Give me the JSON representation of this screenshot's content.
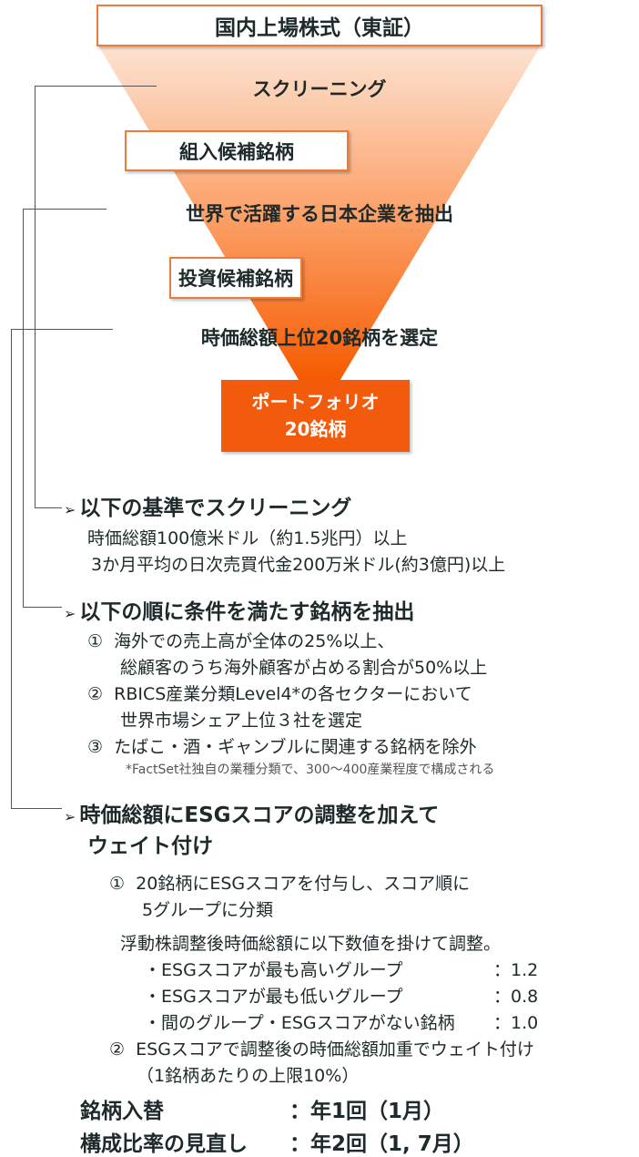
{
  "funnel": {
    "top": "国内上場株式（東証）",
    "step1": "スクリーニング",
    "box2": "組入候補銘柄",
    "step2": "世界で活躍する日本企業を抽出",
    "box3": "投資候補銘柄",
    "step3": "時価総額上位20銘柄を選定",
    "portfolio_line1": "ポートフォリオ",
    "portfolio_line2": "20銘柄"
  },
  "colors": {
    "funnel_top": "#fde3d2",
    "funnel_bottom": "#f55a00",
    "portfolio": "#f25a0c",
    "border": "#f07a3a"
  },
  "sections": {
    "s1": {
      "heading": "以下の基準でスクリーニング",
      "lines": [
        "時価総額100億米ドル（約1.5兆円）以上",
        "3か月平均の日次売買代金200万米ドル(約3億円)以上"
      ]
    },
    "s2": {
      "heading": "以下の順に条件を満たす銘柄を抽出",
      "items": [
        {
          "num": "①",
          "lines": [
            "海外での売上高が全体の25%以上、",
            "総顧客のうち海外顧客が占める割合が50%以上"
          ]
        },
        {
          "num": "②",
          "lines": [
            "RBICS産業分類Level4*の各セクターにおいて",
            "世界市場シェア上位３社を選定"
          ]
        },
        {
          "num": "③",
          "lines": [
            "たばこ・酒・ギャンブルに関連する銘柄を除外"
          ]
        }
      ],
      "note": "*FactSet社独自の業種分類で、300〜400産業程度で構成される"
    },
    "s3": {
      "heading_line1": "時価総額にESGスコアの調整を加えて",
      "heading_line2": "ウェイト付け",
      "item1_num": "①",
      "item1_lines": [
        "20銘柄にESGスコアを付与し、スコア順に",
        "5グループに分類"
      ],
      "adjust_intro": "浮動株調整後時価総額に以下数値を掛けて調整。",
      "adjust": [
        {
          "label": "・ESGスコアが最も高いグループ",
          "value": "：1.2"
        },
        {
          "label": "・ESGスコアが最も低いグループ",
          "value": "：0.8"
        },
        {
          "label": "・間のグループ・ESGスコアがない銘柄",
          "value": "：1.0"
        }
      ],
      "item2_num": "②",
      "item2_lines": [
        "ESGスコアで調整後の時価総額加重でウェイト付け",
        "（1銘柄あたりの上限10%）"
      ]
    }
  },
  "footer": [
    {
      "label": "銘柄入替",
      "value": "：年1回（1月）"
    },
    {
      "label": "構成比率の見直し",
      "value": "：年2回（1, 7月）"
    }
  ]
}
